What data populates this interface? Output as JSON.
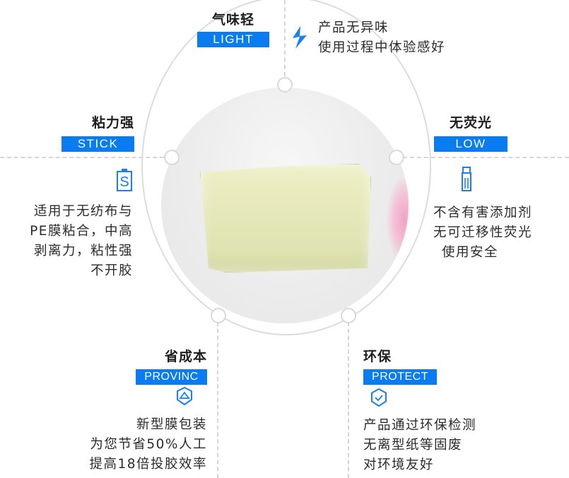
{
  "theme": {
    "accent": "#0a7cf2",
    "line": "#d6d6d6",
    "text": "#2b2b2b"
  },
  "features": {
    "light": {
      "title": "气味轻",
      "tag": "LIGHT",
      "icon": "lightning-icon",
      "lines": [
        "产品无异味",
        "使用过程中体验感好"
      ]
    },
    "stick": {
      "title": "粘力强",
      "tag": "STICK",
      "icon": "battery-s-icon",
      "lines": [
        "适用于无纺布与",
        "PE膜粘合，中高",
        "剥离力，粘性强",
        "不开胶"
      ]
    },
    "low": {
      "title": "无荧光",
      "tag": "LOW",
      "icon": "tube-icon",
      "lines": [
        "不含有害添加剂",
        "无可迁移性荧光",
        "使用安全"
      ]
    },
    "provinc": {
      "title": "省成本",
      "tag": "PROVINC",
      "icon": "shield-triangle-icon",
      "lines": [
        "新型膜包装",
        "为您节省50%人工",
        "提高18倍投胶效率"
      ]
    },
    "protect": {
      "title": "环保",
      "tag": "PROTECT",
      "icon": "shield-check-icon",
      "lines": [
        "产品通过环保检测",
        "无离型纸等固废",
        "对环境友好"
      ]
    }
  }
}
